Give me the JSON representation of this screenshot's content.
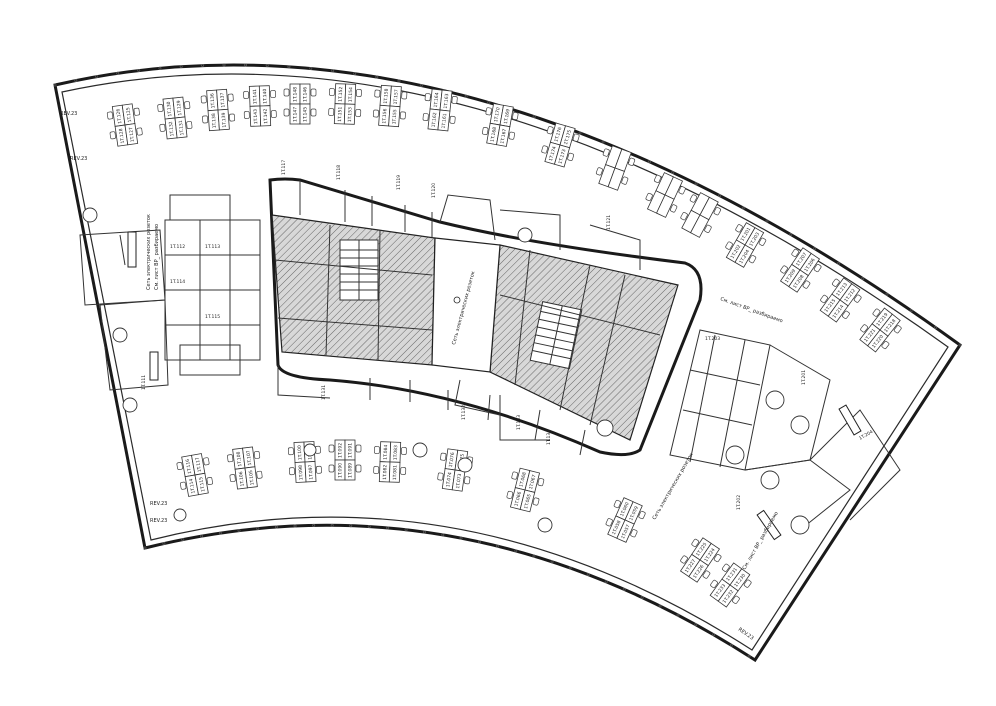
{
  "plan": {
    "room_labels": {
      "core_west": [
        "1T.111",
        "1T.112",
        "1T.113",
        "1T.114",
        "1T.115"
      ],
      "core_north": [
        "1T.117",
        "1T.118",
        "1T.119",
        "1T.120",
        "1T.121"
      ],
      "core_south": [
        "1T.131",
        "1T.132",
        "1T.133",
        "1T.134"
      ],
      "core_east": [
        "1T.201",
        "1T.202",
        "1T.203",
        "1T.204"
      ]
    },
    "rev_tags": [
      "REV.23",
      "REV.23",
      "REV.23",
      "REV.23",
      "REV.23"
    ],
    "desk_codes_north": [
      [
        "1T.126",
        "1T.125",
        "1T.128",
        "1T.127"
      ],
      [
        "1T.130",
        "1T.129",
        "1T.132",
        "1T.131"
      ],
      [
        "1T.136",
        "1T.137",
        "1T.138",
        "1T.139"
      ],
      [
        "1T.141",
        "1T.140",
        "1T.143",
        "1T.142"
      ],
      [
        "1T.148",
        "1T.146",
        "1T.147",
        "1T.145"
      ],
      [
        "1T.152",
        "1T.154",
        "1T.151",
        "1T.153"
      ],
      [
        "1T.158",
        "1T.157",
        "1T.156",
        "1T.155"
      ],
      [
        "1T.164",
        "1T.163",
        "1T.162",
        "1T.161"
      ],
      [
        "1T.170",
        "1T.169",
        "1T.168",
        "1T.167"
      ],
      [
        "1T.176",
        "1T.175",
        "1T.174",
        "1T.173"
      ]
    ],
    "desk_codes_south": [
      [
        "1T.116",
        "1T.117",
        "1T.114",
        "1T.115"
      ],
      [
        "1T.108",
        "1T.107",
        "1T.106",
        "1T.105"
      ],
      [
        "1T.100",
        "1T.099",
        "1T.098",
        "1T.097"
      ],
      [
        "1T.092",
        "1T.091",
        "1T.090",
        "1T.089"
      ],
      [
        "1T.084",
        "1T.083",
        "1T.082",
        "1T.081"
      ],
      [
        "1T.076",
        "1T.075",
        "1T.074",
        "1T.073"
      ],
      [
        "1T.068",
        "1T.067",
        "1T.066",
        "1T.065"
      ],
      [
        "1T.060",
        "1T.059",
        "1T.058",
        "1T.057"
      ]
    ],
    "desk_codes_east": [
      [
        "1T.201",
        "1T.203",
        "1T.202",
        "1T.204"
      ],
      [
        "1T.207",
        "1T.206",
        "1T.209",
        "1T.208"
      ],
      [
        "1T.213",
        "1T.212",
        "1T.215",
        "1T.214"
      ],
      [
        "1T.219",
        "1T.218",
        "1T.221",
        "1T.220"
      ],
      [
        "1T.225",
        "1T.224",
        "1T.227",
        "1T.226"
      ],
      [
        "1T.231",
        "1T.230",
        "1T.233",
        "1T.232"
      ]
    ],
    "notes": [
      "Сеть электрических розеток",
      "См. лист ВР_ разбираемо",
      "Сеть электрических розеток",
      "См. лист ВР_ разбираемо",
      "Сеть электрических розеток",
      "См. лист ВР_ разбираемо"
    ]
  }
}
